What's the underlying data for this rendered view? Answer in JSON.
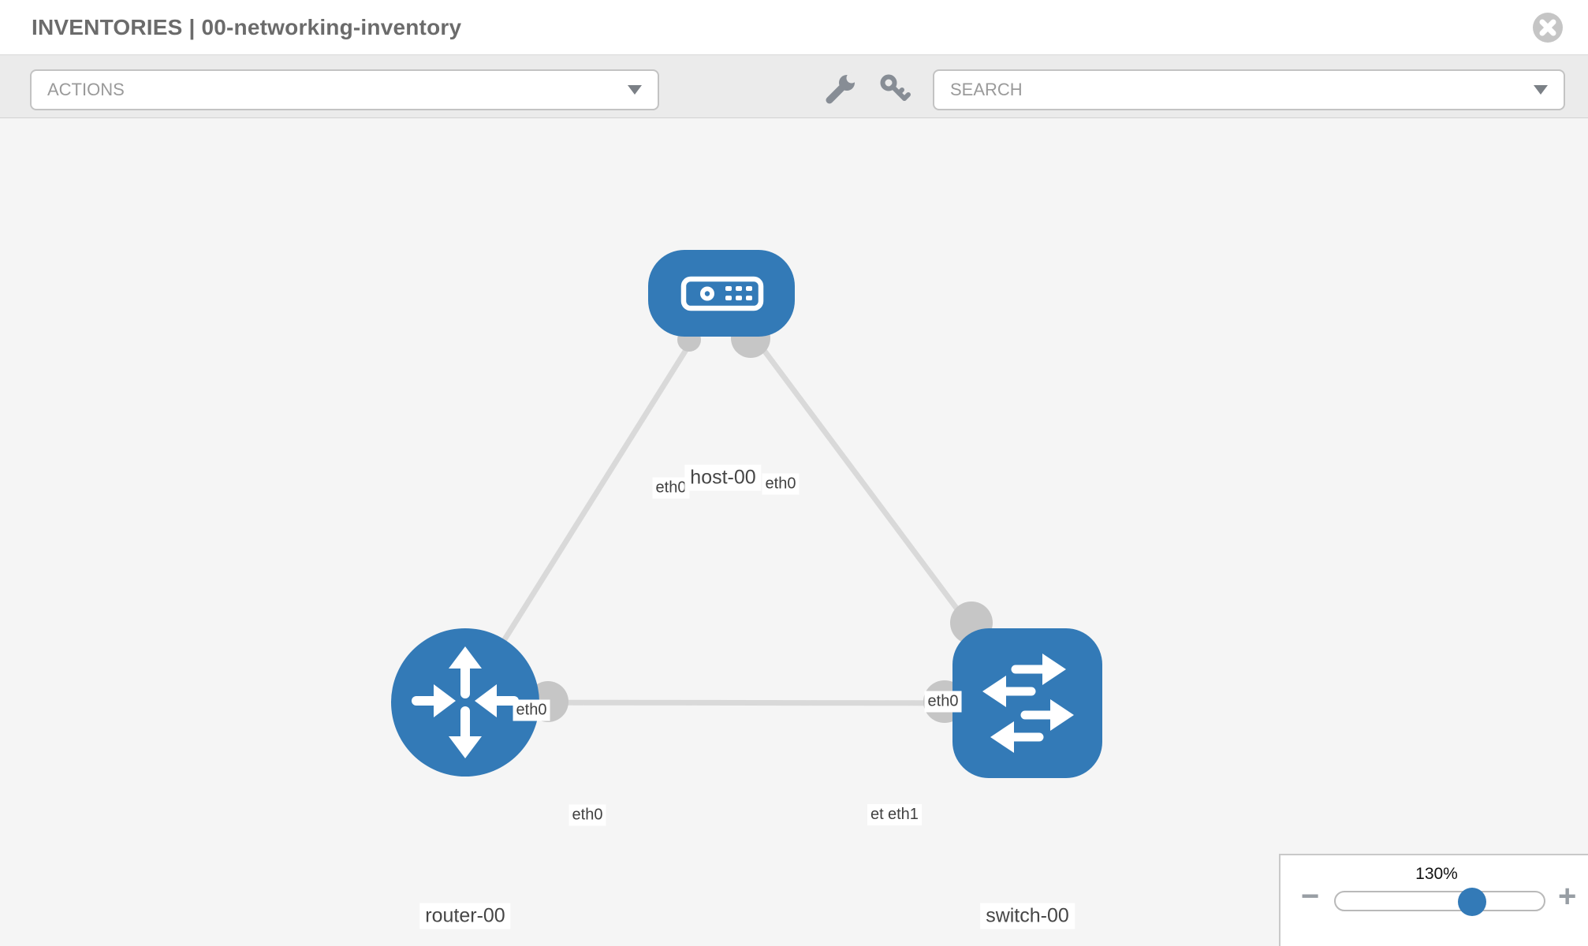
{
  "header": {
    "title": "INVENTORIES | 00-networking-inventory"
  },
  "toolbar": {
    "actions_placeholder": "ACTIONS",
    "search_placeholder": "SEARCH",
    "icons": [
      "wrench-icon",
      "key-icon"
    ]
  },
  "topology": {
    "nodes": [
      {
        "label": "host-00",
        "type": "host",
        "shape": "rounded-rect",
        "icon": "server-icon"
      },
      {
        "label": "router-00",
        "type": "router",
        "shape": "circle",
        "icon": "router-arrows-icon"
      },
      {
        "label": "switch-00",
        "type": "switch",
        "shape": "rounded-square",
        "icon": "switch-arrows-icon"
      }
    ],
    "links": [
      {
        "from": "host-00",
        "to": "router-00"
      },
      {
        "from": "host-00",
        "to": "switch-00"
      },
      {
        "from": "router-00",
        "to": "switch-00"
      }
    ],
    "interface_labels": {
      "host_left": "eth0",
      "host_right": "eth0",
      "router_top": "eth0",
      "switch_top": "eth0",
      "mid_router_side": "eth0",
      "mid_switch_side_under": "eth1",
      "mid_switch_side_top": "eth1"
    }
  },
  "zoom_control": {
    "level": "130%",
    "minus_label": "−",
    "plus_label": "+"
  },
  "colors": {
    "node_blue": "#337ab7",
    "link_gray": "#d9d9d9",
    "connector_gray": "#c6c6c6",
    "canvas_bg": "#f5f5f5",
    "toolbar_bg": "#ebebeb"
  }
}
